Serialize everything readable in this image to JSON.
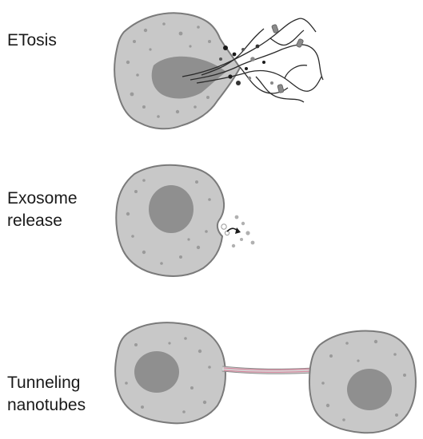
{
  "labels": {
    "etosis": "ETosis",
    "exosome_line1": "Exosome",
    "exosome_line2": "release",
    "tunneling_line1": "Tunneling",
    "tunneling_line2": "nanotubes"
  },
  "colors": {
    "cell_fill": "#c8c8c8",
    "cell_stroke": "#7a7a7a",
    "nucleus_fill": "#8f8f8f",
    "granule": "#9a9a9a",
    "nanotube": "#d88aa0"
  }
}
